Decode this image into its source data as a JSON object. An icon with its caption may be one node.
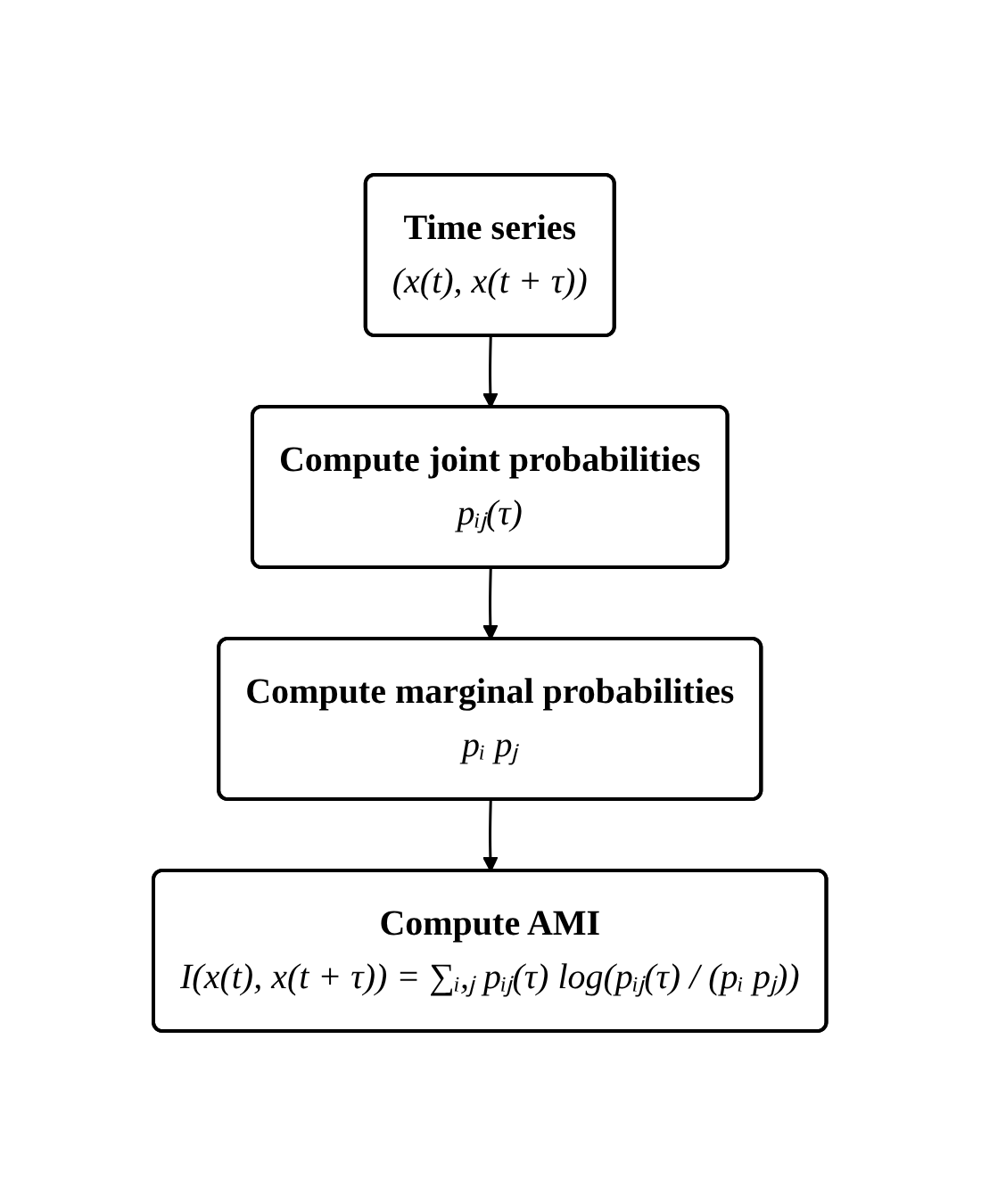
{
  "diagram": {
    "nodes": [
      {
        "text": [
          "Time series",
          "(x(t),  x(t + τ))"
        ]
      },
      {
        "text": [
          "Compute joint probabilities",
          "pᵢⱼ(τ)"
        ]
      },
      {
        "text": [
          "Compute marginal probabilities",
          "pᵢ  pⱼ"
        ]
      },
      {
        "text": [
          "Compute AMI",
          "I(x(t), x(t + τ)) = ∑ᵢ,ⱼ pᵢⱼ(τ) log(pᵢⱼ(τ) / (pᵢ pⱼ))"
        ]
      }
    ],
    "edges": [
      {
        "from": 0,
        "to": 1,
        "arrow": "to"
      },
      {
        "from": 1,
        "to": 2,
        "arrow": "to"
      },
      {
        "from": 2,
        "to": 3,
        "arrow": "to"
      }
    ]
  }
}
